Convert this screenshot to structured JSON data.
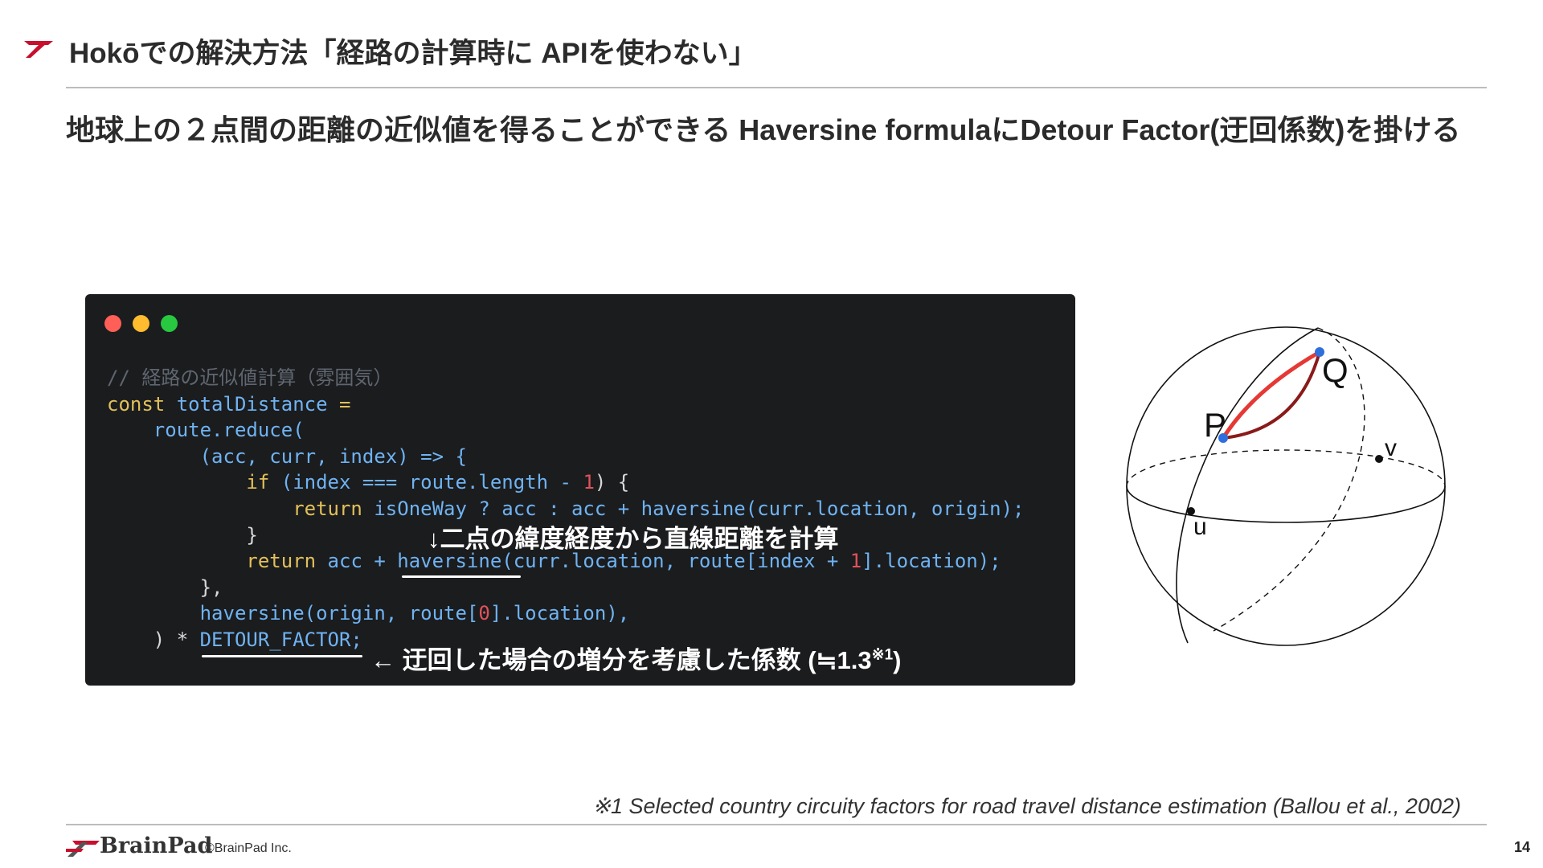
{
  "slide": {
    "title": "Hokōでの解決方法「経路の計算時に APIを使わない」",
    "subtitle": "地球上の２点間の距離の近似値を得ることができる Haversine formulaにDetour Factor(迂回係数)を掛ける",
    "page_number": "14"
  },
  "code": {
    "lines": {
      "l1": "// 経路の近似値計算（雰囲気）",
      "l2_kw": "const",
      "l2_var": "totalDistance",
      "l2_eq": "=",
      "l3": "route.reduce(",
      "l4": "(acc, curr, index) => {",
      "l5_kw": "if",
      "l5_rest": "(index === route.length - ",
      "l5_num": "1",
      "l5_end": ") {",
      "l6_kw": "return",
      "l6_rest": "isOneWay ? acc : acc + haversine(curr.location, origin);",
      "l7": "}",
      "l8_kw": "return",
      "l8_mid": "acc + haversine(curr.location, route[index + ",
      "l8_num": "1",
      "l8_end": "].location);",
      "l9": "},",
      "l10_a": "haversine(origin, route[",
      "l10_num": "0",
      "l10_b": "].location),",
      "l11_a": ") * ",
      "l11_b": "DETOUR_FACTOR;"
    },
    "annotation_haversine": "↓二点の緯度経度から直線距離を計算",
    "annotation_detour": "← 迂回した場合の増分を考慮した係数 (≒1.3",
    "annotation_detour_sup": "※1",
    "annotation_detour_close": ")"
  },
  "diagram": {
    "label_p": "P",
    "label_q": "Q",
    "label_u": "u",
    "label_v": "v",
    "colors": {
      "point": "#2f6fdd",
      "short_arc": "#e53935",
      "long_arc": "#8b1a1a"
    }
  },
  "footer": {
    "footnote": "※1 Selected country circuity factors for road travel distance estimation (Ballou et al., 2002)",
    "brand": "BrainPad",
    "copyright": "©BrainPad Inc."
  },
  "colors": {
    "brand_red": "#c8102e",
    "code_bg": "#1b1c1e"
  }
}
